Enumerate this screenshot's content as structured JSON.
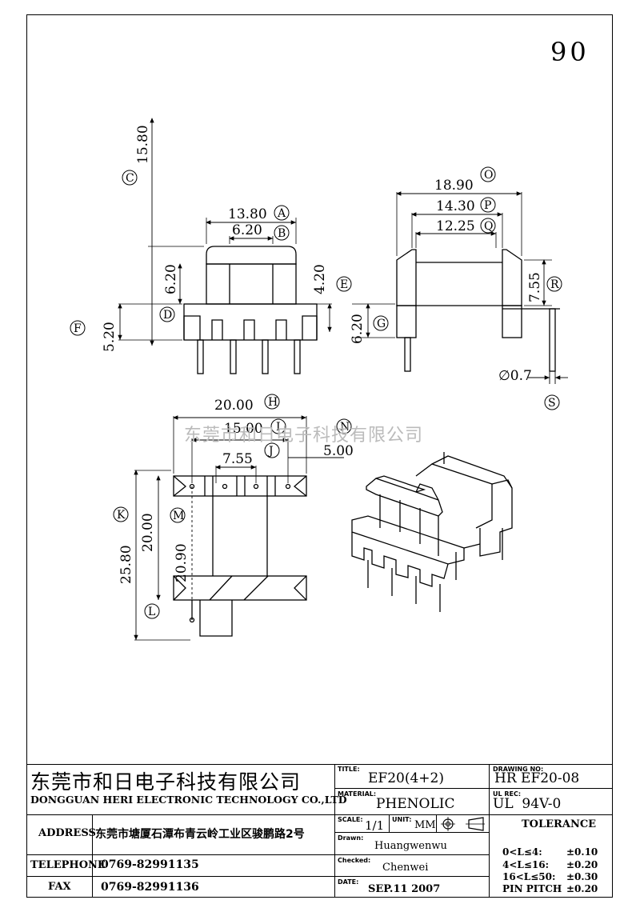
{
  "page_number": "90",
  "watermark": "东莞市和日电子科技有限公司",
  "dimensions": {
    "A": {
      "value": "13.80",
      "tag": "A"
    },
    "B": {
      "value": "6.20",
      "tag": "B"
    },
    "C": {
      "value": "15.80",
      "tag": "C"
    },
    "D": {
      "value": "6.20",
      "tag": "D"
    },
    "E": {
      "value": "4.20",
      "tag": "E"
    },
    "F": {
      "value": "5.20",
      "tag": "F"
    },
    "G": {
      "value": "6.20",
      "tag": "G"
    },
    "O": {
      "value": "18.90",
      "tag": "O"
    },
    "P": {
      "value": "14.30",
      "tag": "P"
    },
    "Q": {
      "value": "12.25",
      "tag": "Q"
    },
    "R": {
      "value": "7.55",
      "tag": "R"
    },
    "S": {
      "value": "∅0.7",
      "tag": "S"
    },
    "H": {
      "value": "20.00",
      "tag": "H"
    },
    "I": {
      "value": "15.00",
      "tag": "I"
    },
    "J": {
      "value": "7.55",
      "tag": "J"
    },
    "N": {
      "value": "5.00",
      "tag": "N"
    },
    "K": {
      "value": "25.80",
      "tag": "K"
    },
    "L": {
      "value": "20.00",
      "tag": "L"
    },
    "M": {
      "value": "20.90",
      "tag": "M"
    }
  },
  "title_block": {
    "company_cn": "东莞市和日电子科技有限公司",
    "company_en": "DONGGUAN HERI ELECTRONIC TECHNOLOGY CO.,LTD",
    "address_label": "ADDRESS",
    "address_value": "东莞市塘厦石潭布青云岭工业区骏鹏路2号",
    "telephone_label": "TELEPHONE",
    "telephone_value": "0769-82991135",
    "fax_label": "FAX",
    "fax_value": "0769-82991136",
    "title_label": "TITLE:",
    "title_value": "EF20(4+2)",
    "material_label": "MATERIAL:",
    "material_value": "PHENOLIC",
    "scale_label": "SCALE:",
    "scale_value": "1/1",
    "unit_label": "UNIT:",
    "unit_value": "MM",
    "drawn_label": "Drawn:",
    "drawn_value": "Huangwenwu",
    "checked_label": "Checked:",
    "checked_value": "Chenwei",
    "date_label": "DATE:",
    "date_value": "SEP.11 2007",
    "drawing_no_label": "DRAWING NO:",
    "drawing_no_value": "HR EF20-08",
    "ul_rec_label": "UL REC:",
    "ul_rec_value": "UL  94V-0",
    "tolerance_label": "TOLERANCE",
    "tolerances": [
      {
        "range": "0<L≤4:",
        "value": "±0.10"
      },
      {
        "range": "4<L≤16:",
        "value": "±0.20"
      },
      {
        "range": "16<L≤50:",
        "value": "±0.30"
      },
      {
        "range": "PIN PITCH",
        "value": "±0.20"
      }
    ]
  }
}
